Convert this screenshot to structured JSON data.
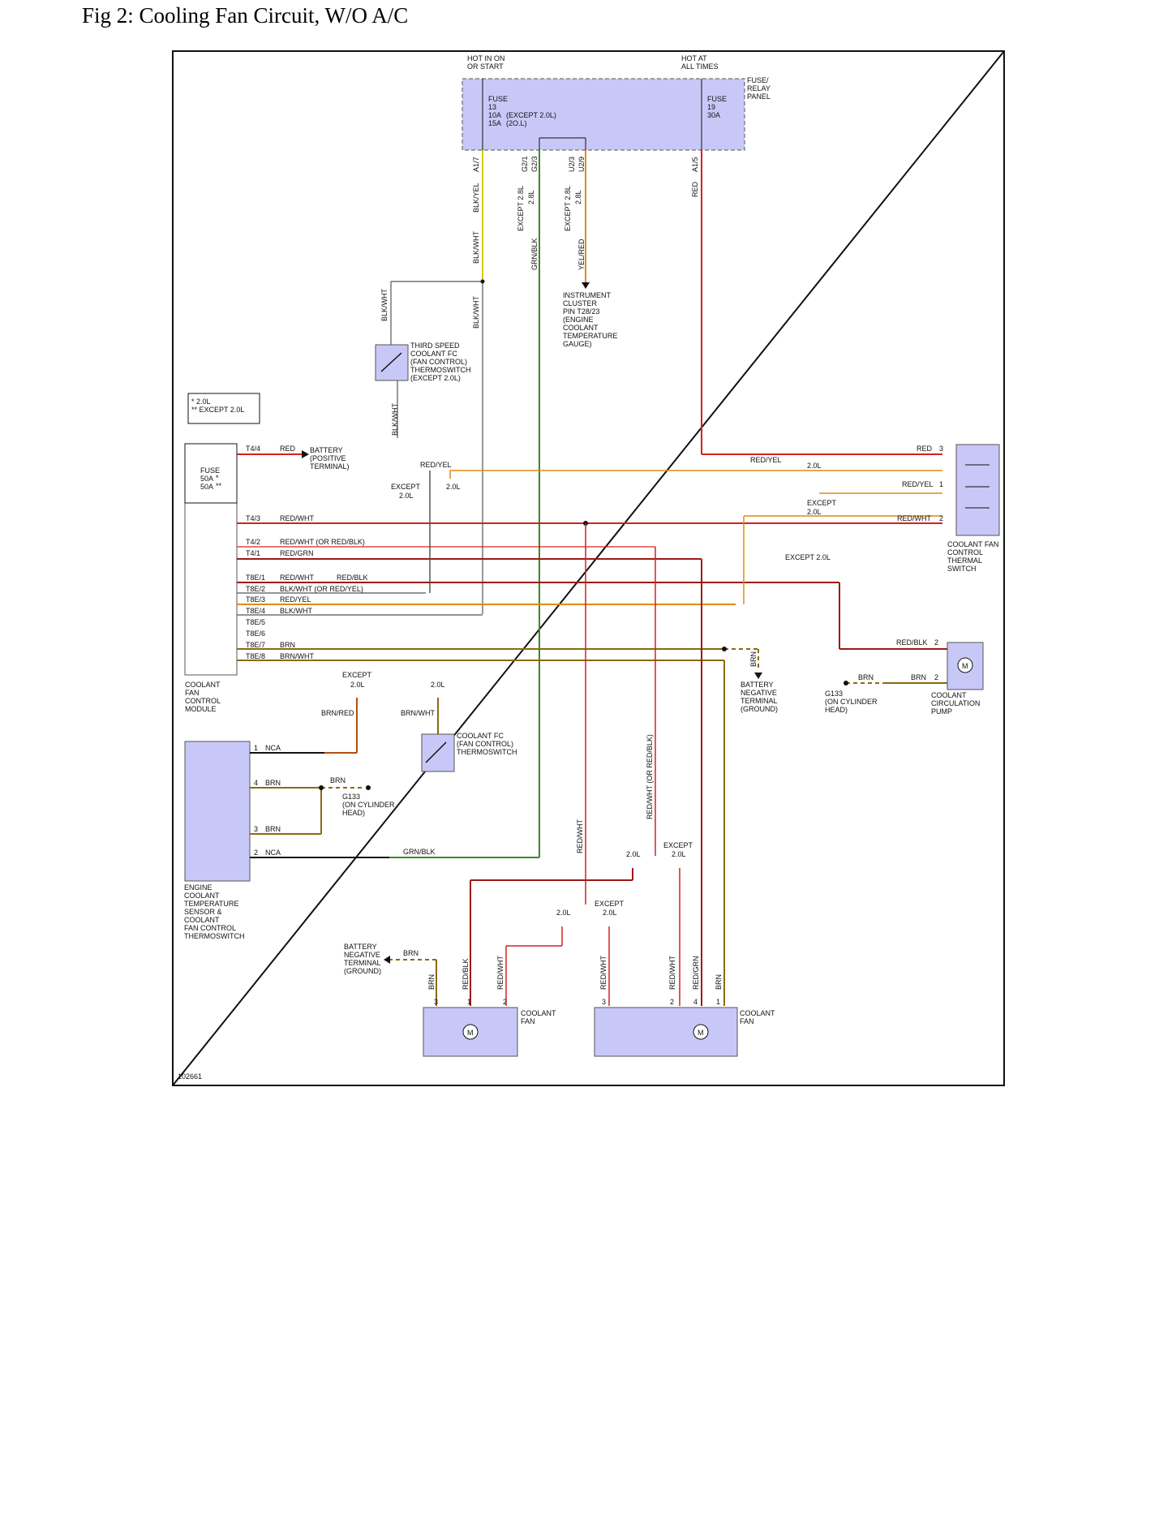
{
  "page": {
    "title": "Fig 2: Cooling Fan Circuit, W/O A/C"
  },
  "colors": {
    "red": "#d42020",
    "dark_red": "#a01818",
    "orange": "#e08a10",
    "yellow": "#d8c810",
    "green": "#3a8a20",
    "brown": "#8a6a10",
    "black": "#222222",
    "gray": "#555555",
    "component_fill": "#c8c8f8",
    "legend_box": "#ffffff"
  },
  "diagram": {
    "fuse_panel_label": "FUSE/\nRELAY\nPANEL",
    "hot_run_label": "HOT IN ON\nOR START",
    "hot_always_label": "HOT AT\nALL TIMES",
    "fuse13_label": "FUSE\n13\n10A\n15A",
    "fuse13_note": "(EXCEPT 2.0L)\n(2O.L)",
    "fuse19_label": "FUSE\n19\n30A",
    "legend_note": "* 2.0L\n** EXCEPT 2.0L",
    "figure_id": "102661",
    "pins_top": [
      "A1/7",
      "G2/1",
      "G2/3",
      "U2/3",
      "U2/9",
      "A1/5"
    ],
    "top_variants": [
      "EXCEPT 2.8L",
      "2.8L",
      "EXCEPT 2.8L",
      "2.8L"
    ],
    "wires_top": [
      "BLK/YEL",
      "BLK/WHT",
      "GRN/BLK",
      "YEL/RED",
      "RED",
      "BLK/WHT",
      "BLK/WHT",
      "BLK/WHT"
    ],
    "instrument_cluster": "INSTRUMENT\nCLUSTER\nPIN T28/23\n(ENGINE\nCOOLANT\nTEMPERATURE\nGAUGE)",
    "third_speed_switch": "THIRD SPEED\nCOOLANT FC\n(FAN CONTROL)\nTHERMOSWITCH\n(EXCEPT 2.0L)",
    "module": {
      "fuse_label": "FUSE\n50A\n50A",
      "fuse_marks": "*\n**",
      "name": "COOLANT\nFAN\nCONTROL\nMODULE",
      "pins": [
        "T4/4",
        "T4/3",
        "T4/2",
        "T4/1",
        "T8E/1",
        "T8E/2",
        "T8E/3",
        "T8E/4",
        "T8E/5",
        "T8E/6",
        "T8E/7",
        "T8E/8"
      ],
      "wires": [
        "RED",
        "RED/WHT",
        "RED/WHT (OR RED/BLK)",
        "RED/GRN",
        "RED/WHT",
        "BLK/WHT (OR RED/YEL)",
        "RED/YEL",
        "BLK/WHT",
        "",
        "",
        "BRN",
        "BRN/WHT"
      ],
      "extra_wire": "RED/BLK"
    },
    "battery_positive": "BATTERY\n(POSITIVE\nTERMINAL)",
    "red_yel_label": "RED/YEL",
    "except_label": "EXCEPT",
    "two_liter": "2.0L",
    "except_two_liter": "EXCEPT 2.0L",
    "thermal_switch": {
      "name": "COOLANT FAN\nCONTROL\nTHERMAL\nSWITCH",
      "wires": [
        "RED",
        "RED/YEL",
        "RED/WHT"
      ],
      "pins": [
        "3",
        "1",
        "2"
      ],
      "red_yel_top": "RED/YEL"
    },
    "circ_pump": {
      "name": "COOLANT\nCIRCULATION\nPUMP",
      "wires": [
        "RED/BLK",
        "BRN"
      ],
      "pins": [
        "2",
        "2"
      ],
      "motor": "M"
    },
    "ground_right": {
      "label": "G133\n(ON CYLINDER\nHEAD)",
      "wire": "BRN"
    },
    "battery_neg_right": {
      "label": "BATTERY\nNEGATIVE\nTERMINAL\n(GROUND)",
      "wire": "BRN"
    },
    "fc_thermoswitch": {
      "name": "COOLANT FC\n(FAN CONTROL)\nTHERMOSWITCH",
      "wires": [
        "BRN/RED",
        "BRN/WHT"
      ]
    },
    "ect_sensor": {
      "name": "ENGINE\nCOOLANT\nTEMPERATURE\nSENSOR &\nCOOLANT\nFAN CONTROL\nTHERMOSWITCH",
      "pins": [
        "1",
        "4",
        "3",
        "2"
      ],
      "wires": [
        "NCA",
        "BRN",
        "BRN",
        "NCA"
      ],
      "brn_to_ground": "BRN",
      "grn_blk": "GRN/BLK"
    },
    "ground_left": {
      "label": "G133\n(ON CYLINDER\nHEAD)"
    },
    "battery_neg_left": {
      "label": "BATTERY\nNEGATIVE\nTERMINAL\n(GROUND)",
      "wire": "BRN"
    },
    "middle_wires": [
      "RED/WHT",
      "RED/WHT (OR RED/BLK)"
    ],
    "fan1": {
      "name": "COOLANT\nFAN",
      "pins": [
        "3",
        "1",
        "2"
      ],
      "wires": [
        "BRN",
        "RED/BLK",
        "RED/WHT"
      ],
      "motor": "M"
    },
    "fan2": {
      "name": "COOLANT\nFAN",
      "pins": [
        "3",
        "2",
        "4",
        "1"
      ],
      "wires": [
        "RED/WHT",
        "RED/WHT",
        "RED/GRN",
        "BRN"
      ],
      "motor": "M"
    }
  }
}
